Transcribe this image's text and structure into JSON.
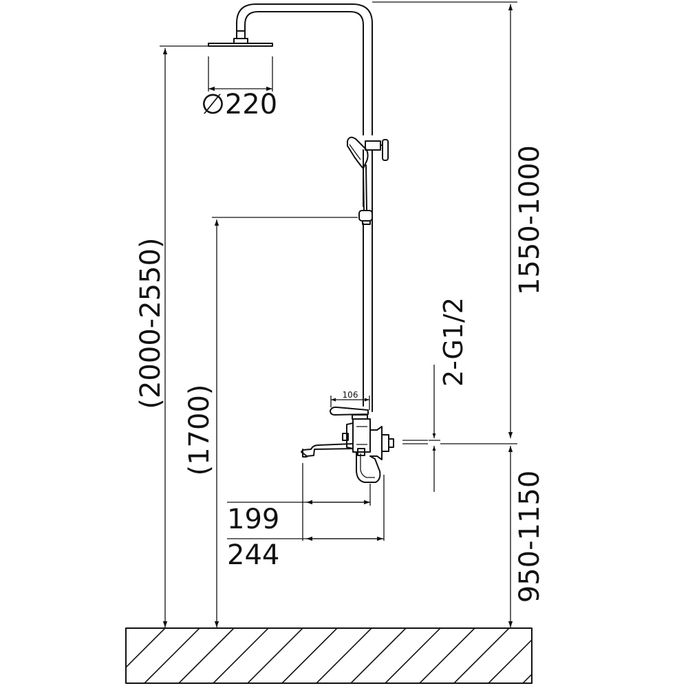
{
  "drawing": {
    "head_diameter_symbol": "∅",
    "head_diameter_value": "220",
    "total_height": "(2000-2550)",
    "rail_height": "(1700)",
    "column_height": "1550-1000",
    "inlet_height": "950-1150",
    "inlet_thread": "2-G1/2",
    "handle_length": "106",
    "spout_reach_short": "199",
    "spout_reach_long": "244"
  },
  "colors": {
    "line": "#111111",
    "background": "#ffffff"
  }
}
